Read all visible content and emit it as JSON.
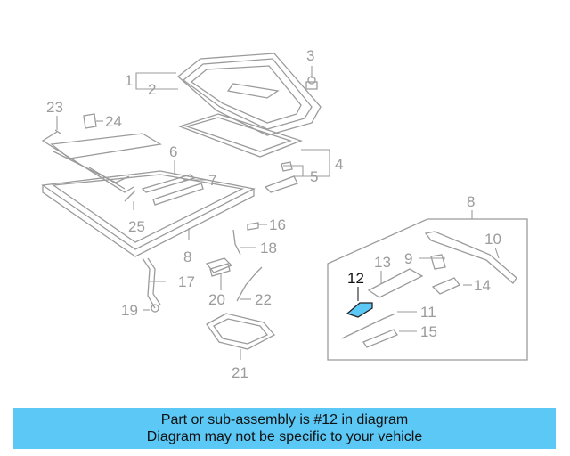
{
  "diagram": {
    "labels": {
      "p1": "1",
      "p2": "2",
      "p3": "3",
      "p4": "4",
      "p5": "5",
      "p6": "6",
      "p7": "7",
      "p8a": "8",
      "p8b": "8",
      "p9": "9",
      "p10": "10",
      "p11": "11",
      "p12": "12",
      "p13": "13",
      "p14": "14",
      "p15": "15",
      "p16": "16",
      "p17": "17",
      "p18": "18",
      "p19": "19",
      "p20": "20",
      "p21": "21",
      "p22": "22",
      "p23": "23",
      "p24": "24",
      "p25": "25"
    },
    "highlight_part": "12",
    "highlight_color": "#5bc8f5"
  },
  "banner": {
    "line1": "Part or sub-assembly is #12 in diagram",
    "line2": "Diagram may not be specific to your vehicle",
    "background": "#5bc8f5"
  }
}
